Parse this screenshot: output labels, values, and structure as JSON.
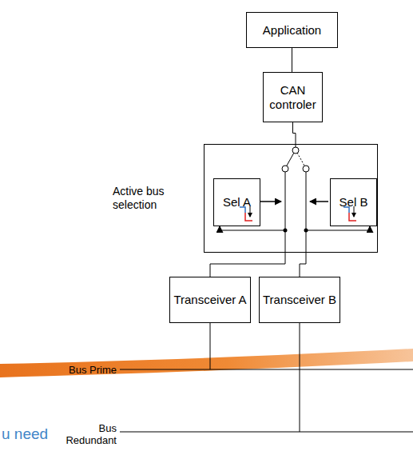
{
  "diagram": {
    "nodes": [
      {
        "text": [
          "Application"
        ]
      },
      {
        "text": [
          "CAN controler"
        ]
      },
      {
        "text": [
          "Active bus selection"
        ]
      },
      {
        "text": [
          "Sel A"
        ],
        "in": 2
      },
      {
        "text": [
          "Sel B"
        ],
        "in": 2
      },
      {
        "text": [
          "Transceiver A"
        ]
      },
      {
        "text": [
          "Transceiver B"
        ]
      }
    ],
    "edges": [
      {
        "from": 0,
        "to": 1,
        "arrow": "none"
      },
      {
        "from": 1,
        "to": 2,
        "arrow": "none"
      },
      {
        "from": 5,
        "to": 2,
        "arrow": "none"
      },
      {
        "from": 6,
        "to": 2,
        "arrow": "none"
      }
    ],
    "labels": [
      "Bus Prime",
      "Bus Redundant",
      "u need"
    ]
  }
}
